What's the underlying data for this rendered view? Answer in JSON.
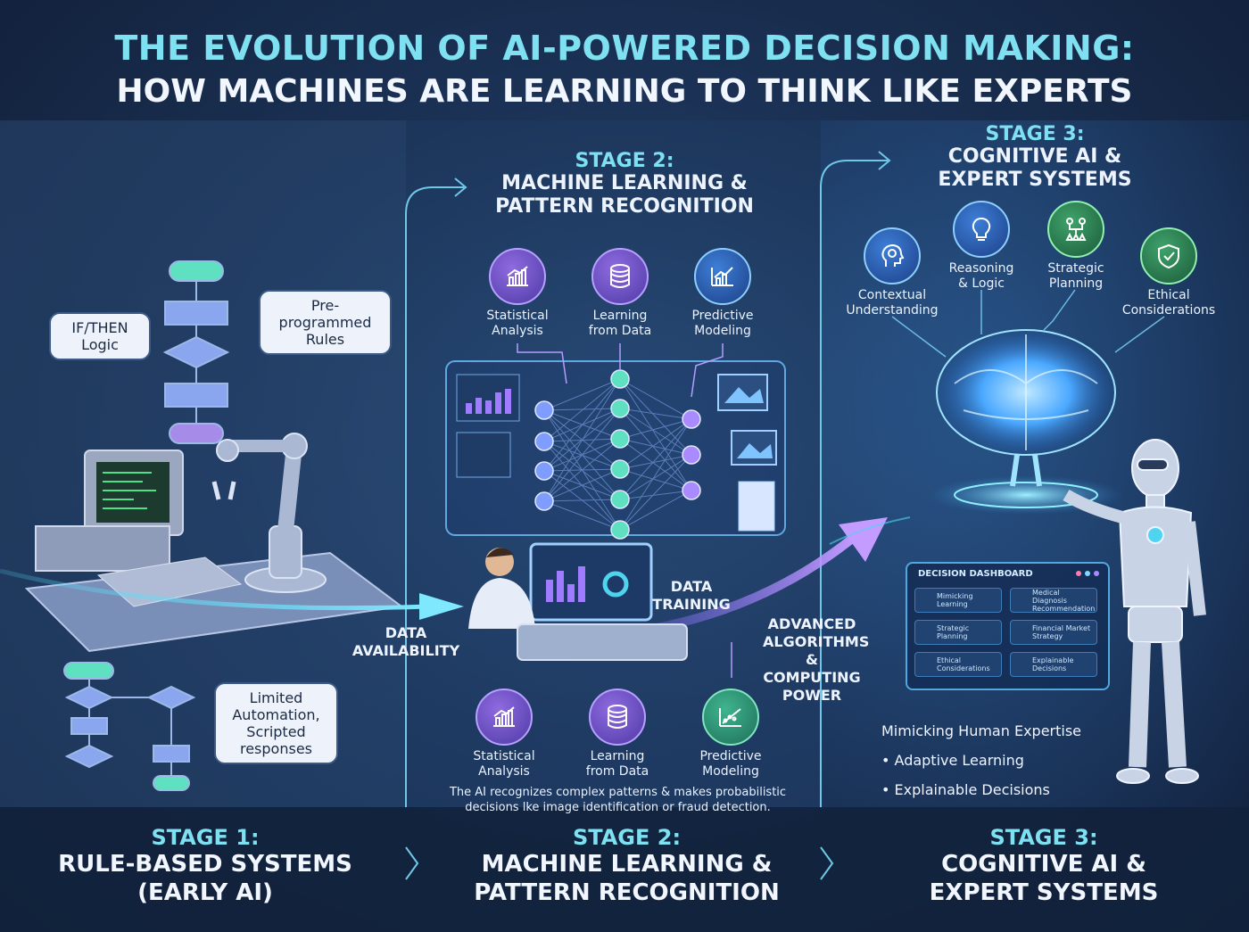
{
  "title": {
    "line1": "THE EVOLUTION OF AI-POWERED DECISION MAKING:",
    "line2": "HOW MACHINES ARE LEARNING TO THINK LIKE EXPERTS"
  },
  "stage1": {
    "bubbles": {
      "if_then": "IF/THEN Logic",
      "pre_programmed": "Pre-programmed Rules",
      "limited": "Limited Automation, Scripted responses"
    },
    "bottom_label": "STAGE 1:",
    "bottom_name_line1": "RULE-BASED SYSTEMS",
    "bottom_name_line2": "(EARLY AI)"
  },
  "transition1": {
    "label_line1": "DATA",
    "label_line2": "AVAILABILITY"
  },
  "stage2": {
    "top_label": "STAGE 2:",
    "top_name_line1": "MACHINE LEARNING &",
    "top_name_line2": "PATTERN RECOGNITION",
    "top_icons": [
      {
        "label_line1": "Statistical",
        "label_line2": "Analysis"
      },
      {
        "label_line1": "Learning",
        "label_line2": "from Data"
      },
      {
        "label_line1": "Predictive",
        "label_line2": "Modeling"
      }
    ],
    "training_line1": "DATA",
    "training_line2": "TRAINING",
    "bottom_icons": [
      {
        "label_line1": "Statistical",
        "label_line2": "Analysis"
      },
      {
        "label_line1": "Learning",
        "label_line2": "from Data"
      },
      {
        "label_line1": "Predictive",
        "label_line2": "Modeling"
      }
    ],
    "description_line1": "The AI recognizes complex patterns & makes probabilistic",
    "description_line2": "decisions lke image identification or fraud detection.",
    "bottom_label": "STAGE 2:",
    "bottom_name_line1": "MACHINE LEARNING &",
    "bottom_name_line2": "PATTERN RECOGNITION"
  },
  "transition2": {
    "line1": "ADVANCED",
    "line2": "ALGORITHMS",
    "line3": "& COMPUTING",
    "line4": "POWER"
  },
  "stage3": {
    "top_label": "STAGE 3:",
    "top_name_line1": "COGNITIVE AI &",
    "top_name_line2": "EXPERT SYSTEMS",
    "icons": [
      {
        "label_line1": "Contextual",
        "label_line2": "Understanding"
      },
      {
        "label_line1": "Reasoning",
        "label_line2": "& Logic"
      },
      {
        "label_line1": "Strategic",
        "label_line2": "Planning"
      },
      {
        "label_line1": "Ethical",
        "label_line2": "Considerations"
      }
    ],
    "dashboard": {
      "title": "DECISION DASHBOARD",
      "cells": [
        {
          "line1": "Mimicking",
          "line2": "Learning"
        },
        {
          "line1": "Medical Diagnosis",
          "line2": "Recommendation"
        },
        {
          "line1": "Strategic",
          "line2": "Planning"
        },
        {
          "line1": "Financial Market",
          "line2": "Strategy"
        },
        {
          "line1": "Ethical",
          "line2": "Considerations"
        },
        {
          "line1": "Explainable",
          "line2": "Decisions"
        }
      ]
    },
    "expertise_title": "Mimicking Human Expertise",
    "bullets": [
      "• Adaptive Learning",
      "• Explainable Decisions"
    ],
    "bottom_label": "STAGE 3:",
    "bottom_name_line1": "COGNITIVE AI &",
    "bottom_name_line2": "EXPERT SYSTEMS"
  }
}
